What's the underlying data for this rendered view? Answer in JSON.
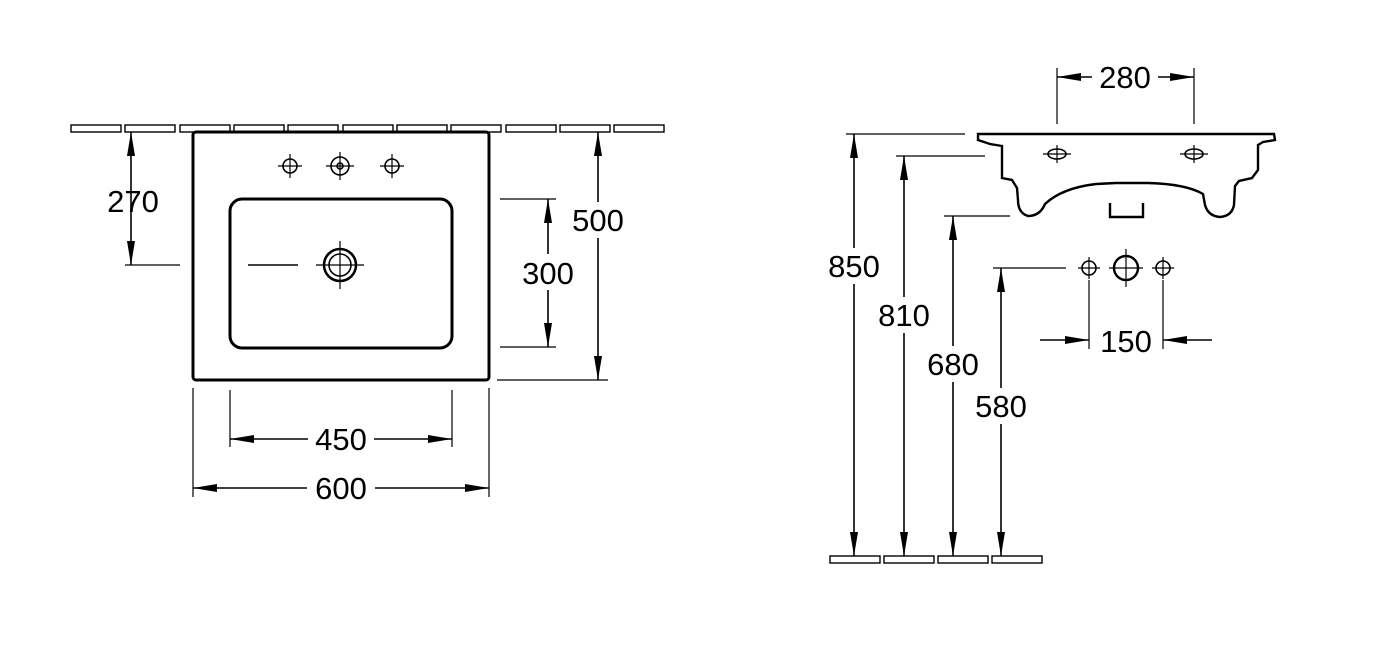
{
  "front_view": {
    "dimensions": {
      "wall_to_tap": "270",
      "total_depth": "500",
      "bowl_depth": "300",
      "bowl_width": "450",
      "total_width": "600"
    }
  },
  "side_view": {
    "dimensions": {
      "tap_hole_spacing": "280",
      "rim_height": "850",
      "bowl_bottom_height": "810",
      "waste_height": "680",
      "supply_height": "580",
      "supply_spacing": "150"
    }
  }
}
